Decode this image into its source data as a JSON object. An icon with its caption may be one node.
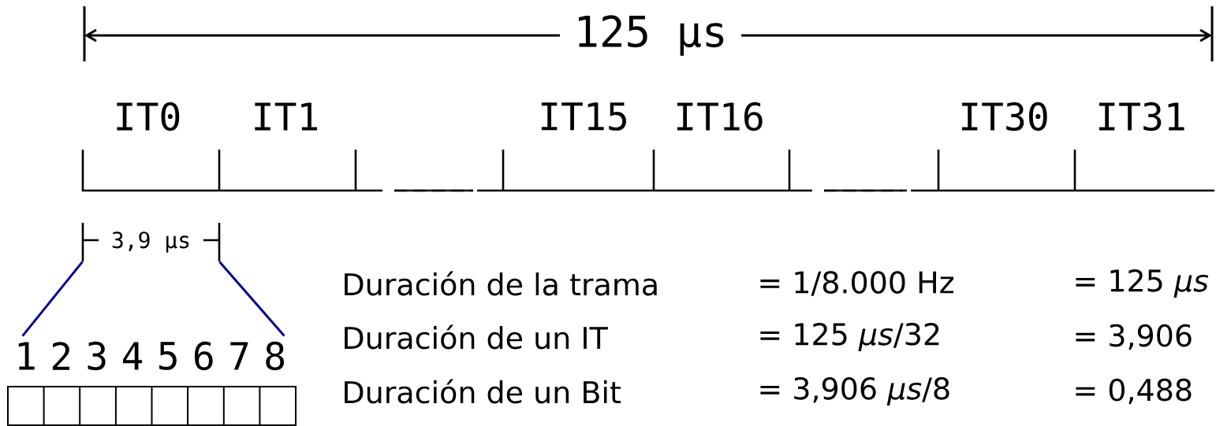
{
  "diagram": {
    "nodes": [
      {
        "text": [
          "3,9 µs"
        ]
      },
      {
        "text": [
          "1",
          "2",
          "3",
          "4",
          "5",
          "6",
          "7",
          "8"
        ]
      }
    ],
    "edges": [
      {
        "from": 0,
        "to": 1,
        "arrow": "none",
        "color": "#00008b"
      },
      {
        "from": 0,
        "to": 1,
        "arrow": "none",
        "color": "#00008b"
      }
    ],
    "labels": [
      "125 µs",
      "IT0",
      "IT1",
      "IT15",
      "IT16",
      "IT30",
      "IT31",
      "Duración de la trama",
      "= 1/8.000 Hz",
      "= 125 *μs*",
      "Duración de un IT",
      "= 125 *μs*/32",
      "= 3,906",
      "Duración de un Bit",
      "= 3,906 *μs*/8",
      "= 0,488"
    ]
  }
}
